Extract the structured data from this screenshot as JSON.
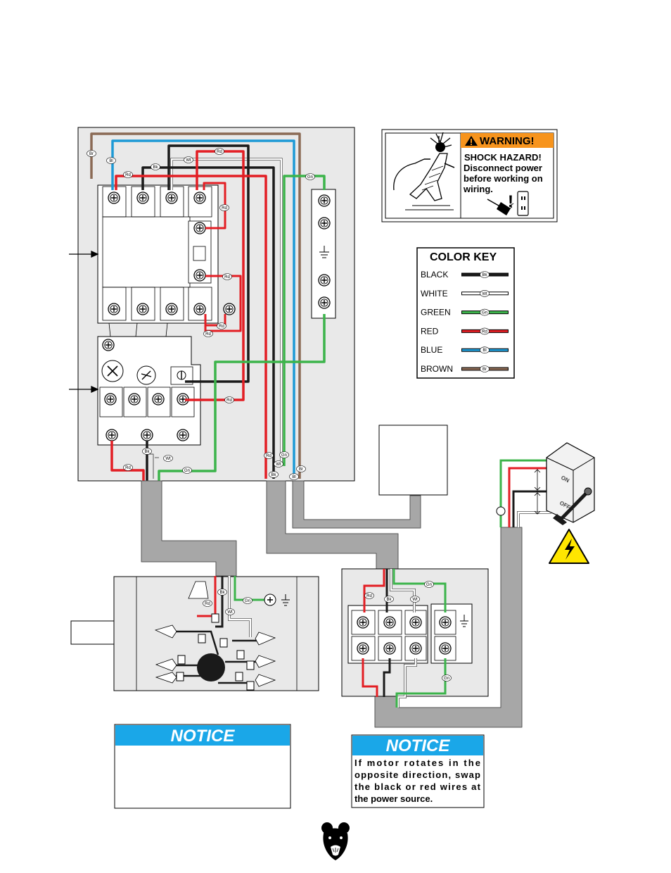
{
  "warning": {
    "header": "WARNING!",
    "lines": [
      "SHOCK HAZARD!",
      "Disconnect power",
      "before working on",
      "wiring."
    ]
  },
  "color_key": {
    "title": "COLOR KEY",
    "entries": [
      {
        "label": "BLACK",
        "tag": "Bk",
        "color": "#1a1a1a"
      },
      {
        "label": "WHITE",
        "tag": "Wt",
        "color": "#ffffff"
      },
      {
        "label": "GREEN",
        "tag": "Gn",
        "color": "#3cb44b"
      },
      {
        "label": "RED",
        "tag": "Rd",
        "color": "#e31e24"
      },
      {
        "label": "BLUE",
        "tag": "Bl",
        "color": "#1e9ad6"
      },
      {
        "label": "BROWN",
        "tag": "Br",
        "color": "#8b6a55"
      }
    ]
  },
  "wire_tags": {
    "Br": "Br",
    "Bl": "Bl",
    "Rd": "Rd",
    "Bk": "Bk",
    "Wt": "Wt",
    "Gn": "Gn"
  },
  "switch": {
    "on": "ON",
    "off": "OFF"
  },
  "notice_left": {
    "title": "NOTICE"
  },
  "notice_right": {
    "title": "NOTICE",
    "lines": [
      "If motor rotates in the",
      "opposite direction, swap",
      "the black or red wires at",
      "the power source."
    ]
  },
  "colors": {
    "black": "#1a1a1a",
    "red": "#e31e24",
    "green": "#3cb44b",
    "blue": "#1e9ad6",
    "brown": "#8b6a55",
    "conduit": "#a7a7a7",
    "panel": "#e9e9e9",
    "notice_blue": "#1aa7e8",
    "warning_orange": "#f7941d"
  }
}
